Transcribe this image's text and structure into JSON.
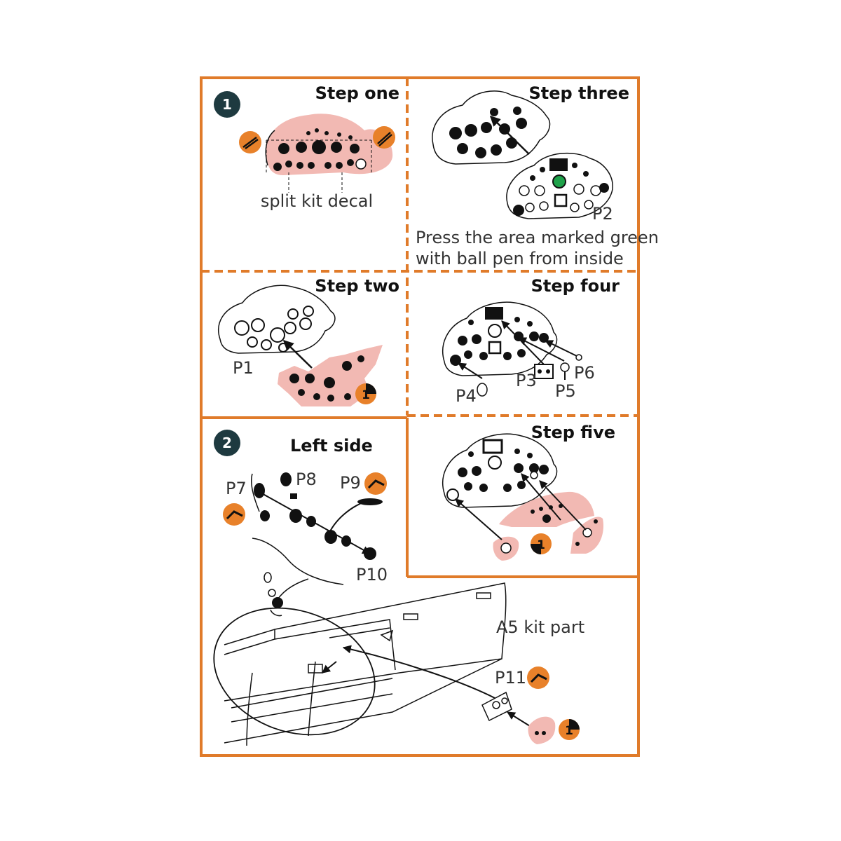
{
  "colors": {
    "border": "#e07b2a",
    "pink": "#f2b9b3",
    "badge_dark": "#1e3a40",
    "badge_orange": "#e8812a",
    "green": "#1fa24a",
    "ink": "#111111"
  },
  "section1": {
    "badge": "1"
  },
  "section2": {
    "badge": "2"
  },
  "steps": {
    "one": {
      "title": "Step one",
      "note": "split kit decal"
    },
    "two": {
      "title": "Step two",
      "parts": [
        "P1"
      ]
    },
    "three": {
      "title": "Step three",
      "parts": [
        "P2"
      ],
      "note_line1": "Press the area marked green",
      "note_line2": "with ball pen from inside"
    },
    "four": {
      "title": "Step four",
      "parts": [
        "P3",
        "P4",
        "P5",
        "P6"
      ]
    },
    "five": {
      "title": "Step five"
    }
  },
  "left_side": {
    "title": "Left side",
    "parts": [
      "P7",
      "P8",
      "P9",
      "P10",
      "P11"
    ],
    "kit_part": "A5 kit part"
  },
  "icons": [
    "tweezers-icon",
    "split-decal-icon",
    "decal-sheet-1-icon",
    "photo-etch-bend-icon"
  ]
}
